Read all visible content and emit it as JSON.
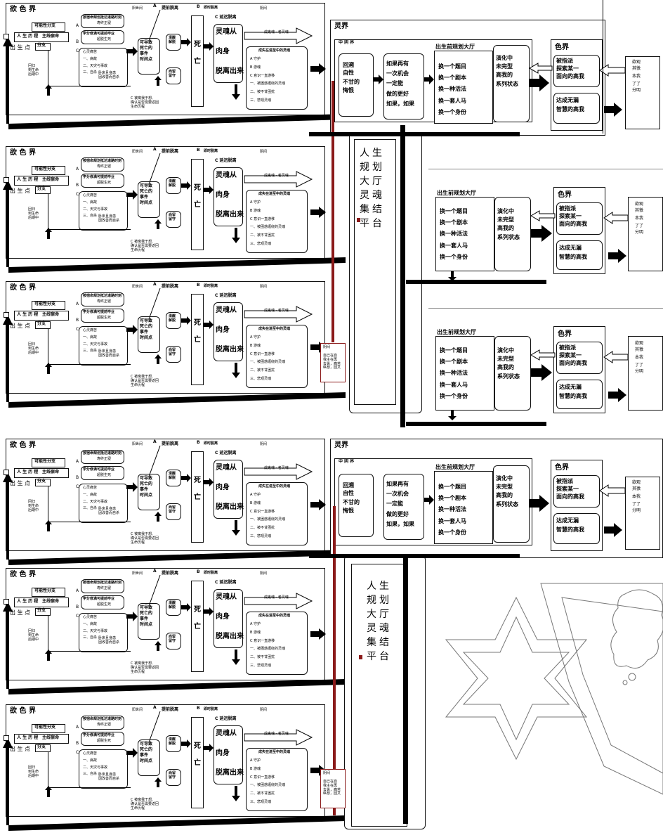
{
  "rows": [
    {
      "variant": "a"
    },
    {
      "variant": "b"
    },
    {
      "variant": "b"
    },
    {
      "variant": "b"
    },
    {
      "variant": "a"
    },
    {
      "variant": "b"
    }
  ],
  "left": {
    "title": "欲 色 界",
    "possible_branch": "可能性分支",
    "life_history": "人 生 历 程",
    "main_life": "主线宿命",
    "branch": "分支",
    "birth_point": "出 生 点",
    "recall": [
      "回归",
      "到生命",
      "后期中"
    ],
    "plan_box": "按宿命规划抵达道路时刻",
    "plan_box_sub": "寿终正寝",
    "learn_box": "学分修满可提前毕业",
    "learn_box_sub": "超脱生死",
    "list": [
      "心灵痛苦",
      "一、病故",
      "二、天灾与事故",
      "三、自杀"
    ],
    "list_note": [
      "卧床且身患",
      "因改善而自杀"
    ],
    "induce": [
      "可导致",
      "死亡的",
      "事件",
      "时间点"
    ],
    "clear": [
      "清醒",
      "解脱"
    ],
    "reluctant": [
      "尚留",
      "留守"
    ],
    "return_note": [
      "C 被离我于想,",
      "确认是否需要返回",
      "生命历程"
    ],
    "yang": "阳世间",
    "A": "A",
    "A_label": "提前脱离",
    "B": "B",
    "B_label": "即时脱离",
    "death": [
      "死",
      "亡"
    ],
    "C_label": "C  延迟脱离",
    "soul": [
      "灵魂从",
      "肉身",
      "脱离出来"
    ],
    "yin": "阴间",
    "ghost": "成鬼魂 · 者灵魂",
    "ghost_list_title": "成失在进至中的灵魂",
    "ghost_list": [
      "A   守护",
      "B   游魂",
      "C   意识一直游移",
      "一、被困惑缠绕的灵魂",
      "二、被不甘困扰",
      "三、悲观灵魂"
    ]
  },
  "right": {
    "spirit_realm": "灵界",
    "middle": "中 阴 界",
    "look_back": [
      "回溯",
      "自性",
      "",
      "不甘的",
      "悔恨"
    ],
    "if_again": [
      "如果再有",
      "一次机会",
      "一定能",
      "做的更好",
      "如果，如果"
    ],
    "hall_title": "出生前规划大厅",
    "change": [
      "换一个题目",
      "换一个剧本",
      "换一种活法",
      "换一套人马",
      "换一个身份"
    ],
    "evolve": [
      "演化中",
      "未完型",
      "高我的",
      "系列状态"
    ],
    "color_realm": "色界",
    "assigned": [
      "被指派",
      "探索某一",
      "面向的高我"
    ],
    "achieve": [
      "达成无漏",
      "智慧的高我"
    ],
    "tail": [
      "欲观",
      "其徼",
      "",
      "本我",
      "",
      "了了",
      "分明"
    ],
    "platform": [
      "人生",
      "规划",
      "大厅",
      "灵魂",
      "集结",
      "平台"
    ],
    "yin_note_title": "阴间",
    "yin_note": [
      "自己在自",
      "我主在再",
      "去世，痛苦",
      "纵想，回又"
    ]
  },
  "colors": {
    "red": "#8b1a1a",
    "black": "#000000"
  },
  "icons": [
    "arrow-right-icon",
    "arrow-left-icon",
    "arrow-up-icon",
    "arrow-down-icon",
    "star-outline-icon",
    "cloud-outline-icon"
  ]
}
